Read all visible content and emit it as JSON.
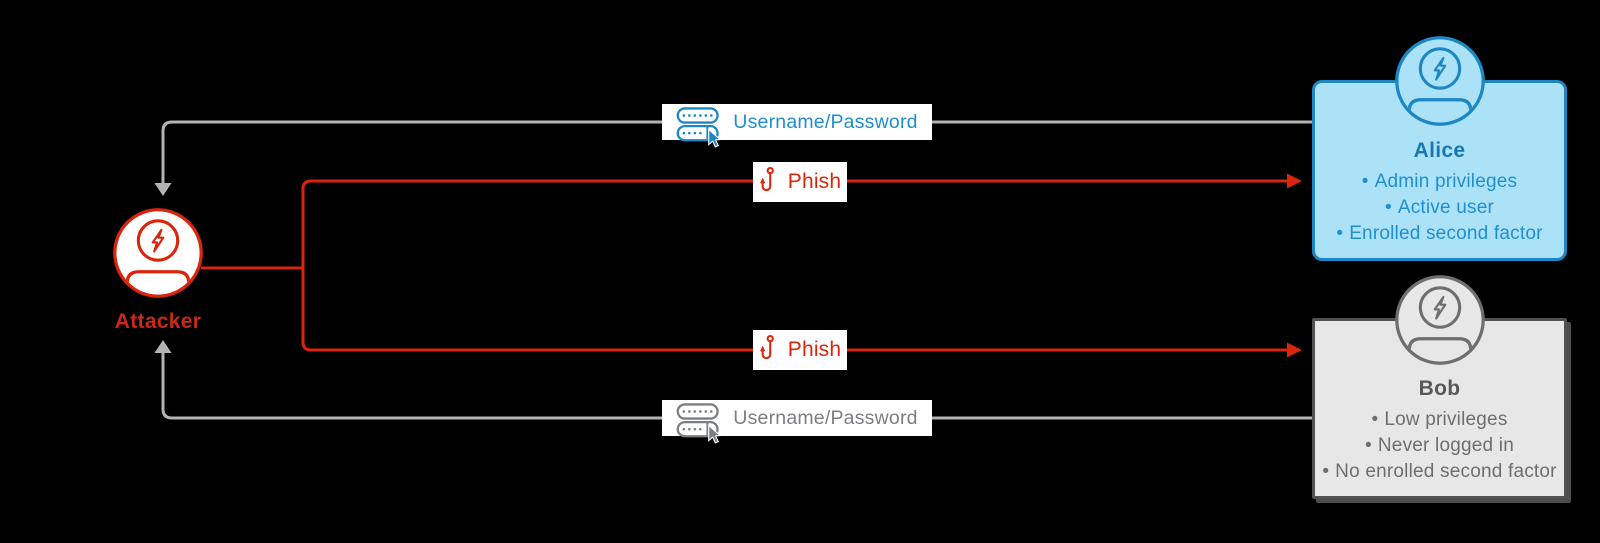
{
  "colors": {
    "bg": "#000000",
    "white": "#ffffff",
    "red": "#d9250b",
    "attacker_label": "#c9281a",
    "gray_line": "#b2b4b6",
    "gray_icon": "#7b7e82",
    "gray_text": "#6e6e71",
    "gray_title": "#58585b",
    "gray_card_bg": "#e7e7e8",
    "gray_card_border": "#515154",
    "blue_border": "#1d86c4",
    "blue_text": "#1f8fd2",
    "blue_title": "#1778b4",
    "blue_card_bg": "#ace2f8"
  },
  "attacker": {
    "label": "Attacker"
  },
  "flows": {
    "alice_credentials": "Username/Password",
    "alice_phish": "Phish",
    "bob_phish": "Phish",
    "bob_credentials": "Username/Password"
  },
  "alice": {
    "name": "Alice",
    "bullets": [
      "Admin privileges",
      "Active user",
      "Enrolled second factor"
    ]
  },
  "bob": {
    "name": "Bob",
    "bullets": [
      "Low privileges",
      "Never logged in",
      "No enrolled second factor"
    ]
  },
  "glyphs": {
    "bullet": "•"
  }
}
